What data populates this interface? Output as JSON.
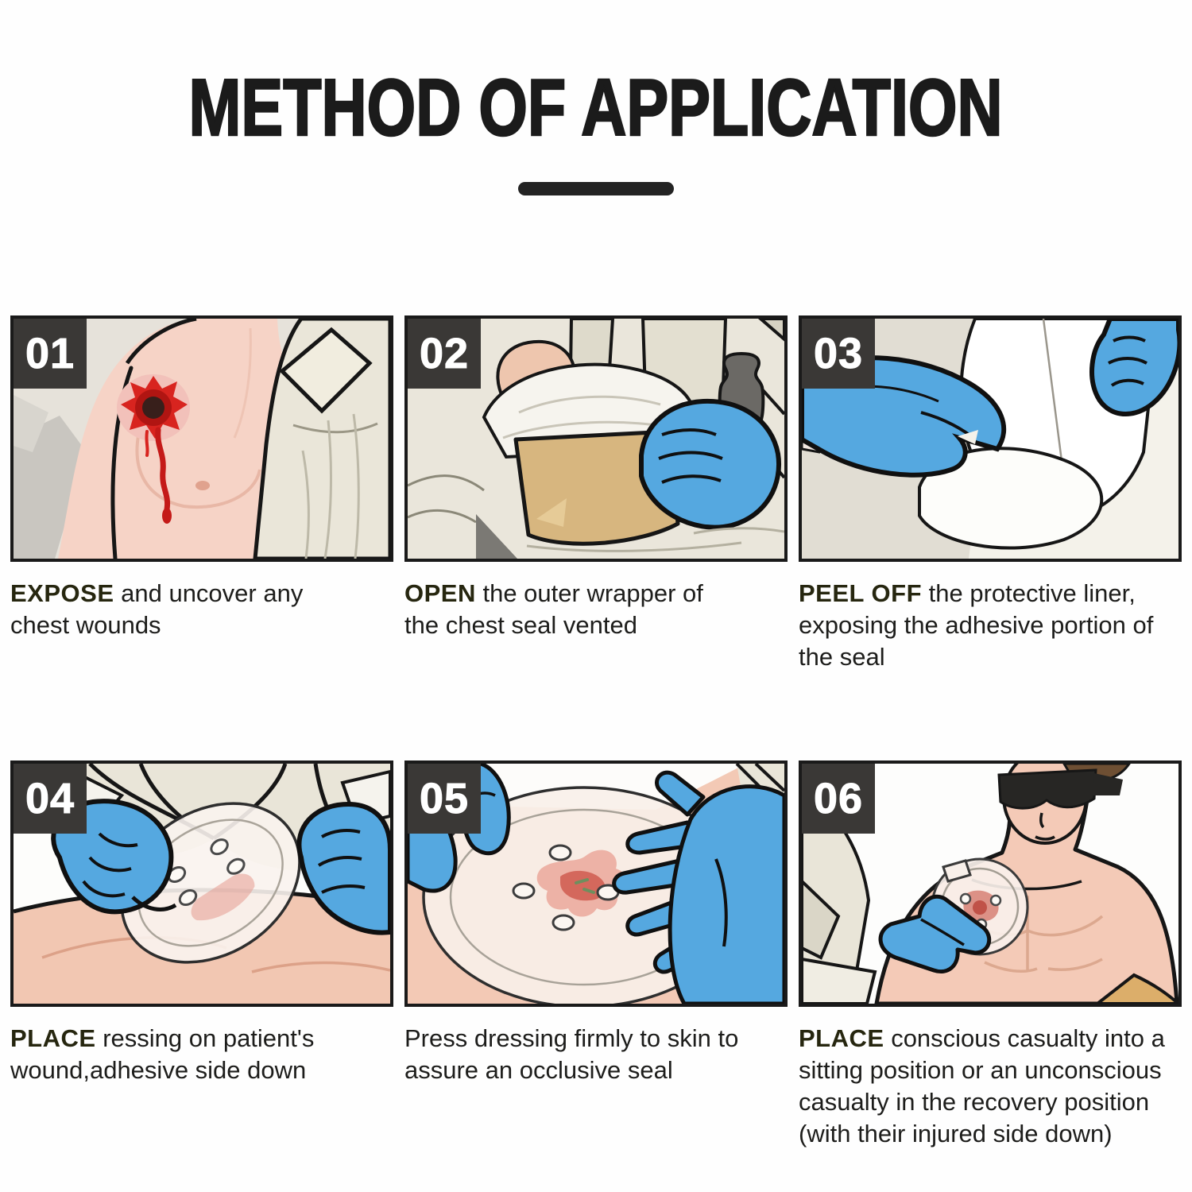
{
  "header": {
    "title": "METHOD OF APPLICATION"
  },
  "steps": [
    {
      "number": "01",
      "lead": "EXPOSE",
      "rest": " and uncover any chest wounds",
      "illustration": "exposed-chest-wound"
    },
    {
      "number": "02",
      "lead": "OPEN",
      "rest": " the outer wrapper of the chest seal vented",
      "illustration": "opening-outer-wrapper"
    },
    {
      "number": "03",
      "lead": "PEEL OFF",
      "rest": " the protective liner, exposing the adhesive portion of the seal",
      "illustration": "peeling-protective-liner"
    },
    {
      "number": "04",
      "lead": "PLACE",
      "rest": " ressing on patient's wound,adhesive side down",
      "illustration": "placing-dressing-on-wound"
    },
    {
      "number": "05",
      "lead": "",
      "rest": "Press dressing firmly to skin to assure an occlusive seal",
      "illustration": "pressing-dressing-firmly"
    },
    {
      "number": "06",
      "lead": "PLACE",
      "rest": " conscious casualty into a sitting position or an unconscious casualty in the recovery position (with their injured side down)",
      "illustration": "casualty-recovery-position"
    }
  ],
  "colors": {
    "badge_bg": "#3a3836",
    "badge_text": "#ffffff",
    "body_text": "#1d1d1b",
    "lead_text": "#26260f",
    "divider": "#232323",
    "glove_blue": "#55a8e0",
    "blood_red": "#d8241f",
    "skin_tone": "#f4cab7",
    "clothing_beige": "#e9e5d8",
    "wrapper_tan": "#d7b67f"
  }
}
